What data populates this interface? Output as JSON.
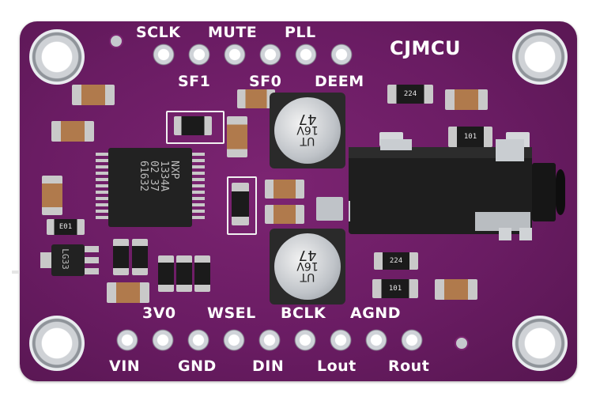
{
  "board": {
    "brand": "CJMCU",
    "top_pins": [
      "SCLK",
      "MUTE",
      "PLL"
    ],
    "top_pins_lower": [
      "SF1",
      "SF0",
      "DEEM"
    ],
    "bottom_pins_upper": [
      "3V0",
      "WSEL",
      "BCLK",
      "AGND"
    ],
    "bottom_pins_lower": [
      "VIN",
      "GND",
      "DIN",
      "Lout",
      "Rout"
    ]
  },
  "chip": {
    "lines": [
      "NXP",
      "1334A",
      "02 37",
      "61632"
    ]
  },
  "capacitors": {
    "upper": {
      "value": "47",
      "voltage": "16V",
      "series": "UT"
    },
    "lower": {
      "value": "47",
      "voltage": "16V",
      "series": "UT"
    }
  },
  "resistors": {
    "r224_top": "224",
    "r101_top": "101",
    "r224_bottom": "224",
    "r101_bottom": "101",
    "r_e01_left": "E01",
    "lg33": "LG33"
  },
  "colors": {
    "pcb": "#6a1c63",
    "silkscreen": "#ffffff",
    "pad": "#cfd3d8"
  },
  "icons": [
    "mounting-hole",
    "header-pad",
    "audio-jack"
  ]
}
